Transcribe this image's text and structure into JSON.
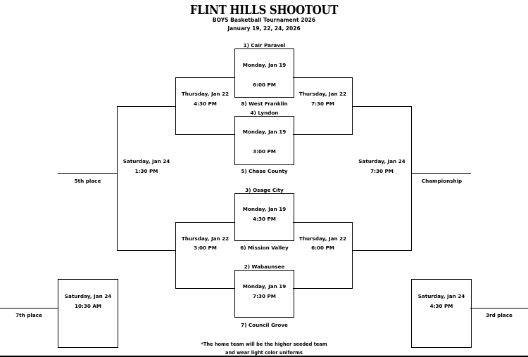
{
  "header": {
    "title": "FLINT HILLS SHOOTOUT",
    "subtitle": "BOYS Basketball  Tournament 2026",
    "dates": "January 19, 22, 24,  2026"
  },
  "round1": [
    {
      "top_team": "1) Cair Paravel",
      "day": "Monday, Jan 19",
      "time": "6:00 PM",
      "bottom_team": "8) West Franklin"
    },
    {
      "top_team": "4) Lyndon",
      "day": "Monday, Jan 19",
      "time": "3:00 PM",
      "bottom_team": "5) Chase County"
    },
    {
      "top_team": "3) Osage City",
      "day": "Monday, Jan 19",
      "time": "4:30 PM",
      "bottom_team": "6) Mission Valley"
    },
    {
      "top_team": "2) Wabaunsee",
      "day": "Monday, Jan 19",
      "time": "7:30 PM",
      "bottom_team": "7) Council Grove"
    }
  ],
  "consolation_semis": [
    {
      "day": "Thursday, Jan 22",
      "time": "4:30 PM"
    },
    {
      "day": "Thursday, Jan 22",
      "time": "3:00 PM"
    }
  ],
  "winner_semis": [
    {
      "day": "Thursday, Jan 22",
      "time": "7:30 PM"
    },
    {
      "day": "Thursday, Jan 22",
      "time": "6:00 PM"
    }
  ],
  "fifth_place_game": {
    "day": "Saturday, Jan 24",
    "time": "1:30 PM",
    "label": "5th place"
  },
  "championship_game": {
    "day": "Saturday, Jan 24",
    "time": "7:30 PM",
    "label": "Championship"
  },
  "seventh_place_game": {
    "day": "Saturday, Jan 24",
    "time": "10:30 AM",
    "label": "7th place"
  },
  "third_place_game": {
    "day": "Saturday, Jan 24",
    "time": "4:30 PM",
    "label": "3rd place"
  },
  "footnote": {
    "line1": "*The home team will be the higher seeded team",
    "line2": "and wear light color uniforms"
  }
}
